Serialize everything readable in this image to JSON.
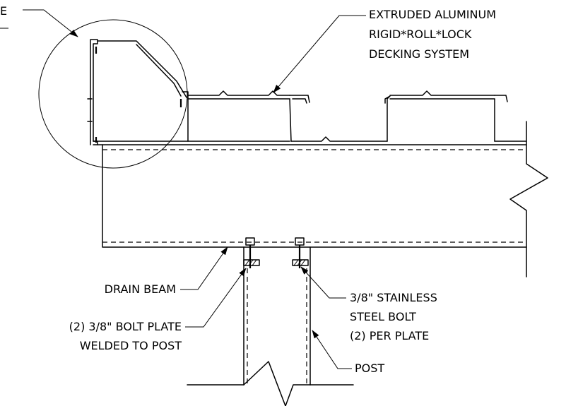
{
  "labels": {
    "top_left_partial_1": "E",
    "decking": [
      "EXTRUDED ALUMINUM",
      "RIGID*ROLL*LOCK",
      "DECKING SYSTEM"
    ],
    "drain_beam": "DRAIN BEAM",
    "bolt_plate": [
      "(2) 3/8\" BOLT PLATE",
      "WELDED TO POST"
    ],
    "stainless_bolt": [
      "3/8\" STAINLESS",
      "STEEL BOLT",
      "(2) PER PLATE"
    ],
    "post": "POST"
  }
}
